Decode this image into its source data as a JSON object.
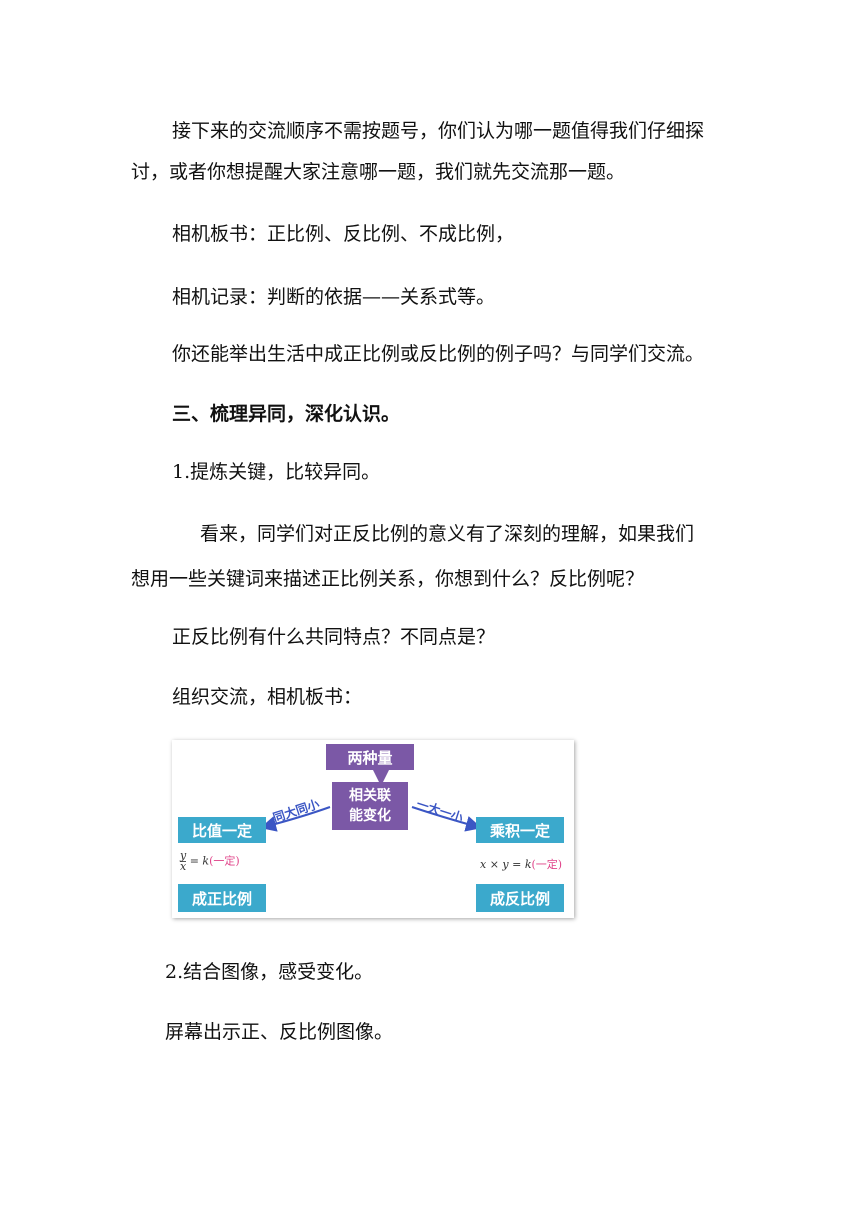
{
  "paragraphs": {
    "p1_line1": "接下来的交流顺序不需按题号，你们认为哪一题值得我们仔细探",
    "p1_line2": "讨，或者你想提醒大家注意哪一题，我们就先交流那一题。",
    "p2": "相机板书：正比例、反比例、不成比例，",
    "p3": "相机记录：判断的依据——关系式等。",
    "p4": "你还能举出生活中成正比例或反比例的例子吗？与同学们交流。",
    "heading3": "三、梳理异同，深化认识。",
    "sub1": "1.提炼关键，比较异同。",
    "p5_line1": "看来，同学们对正反比例的意义有了深刻的理解，如果我们",
    "p5_line2": "想用一些关键词来描述正比例关系，你想到什么？反比例呢？",
    "p6": "正反比例有什么共同特点？不同点是？",
    "p7": "组织交流，相机板书：",
    "sub2": "2.结合图像，感受变化。",
    "p8": "屏幕出示正、反比例图像。"
  },
  "diagram": {
    "top_box": "两种量",
    "center_line1": "相关联",
    "center_line2": "能变化",
    "left_arrow_label": "同大同小",
    "right_arrow_label": "一大一小",
    "left_box": "比值一定",
    "right_box": "乘积一定",
    "left_formula_num": "y",
    "left_formula_den": "x",
    "left_formula_eq": " = k",
    "left_formula_note": "(一定)",
    "right_formula_eq": "x × y = k",
    "right_formula_note": "(一定)",
    "left_result": "成正比例",
    "right_result": "成反比例",
    "colors": {
      "purple": "#7b58a6",
      "blue": "#3ba9cc",
      "arrow": "#3b56c4",
      "pink": "#e0448a"
    }
  }
}
